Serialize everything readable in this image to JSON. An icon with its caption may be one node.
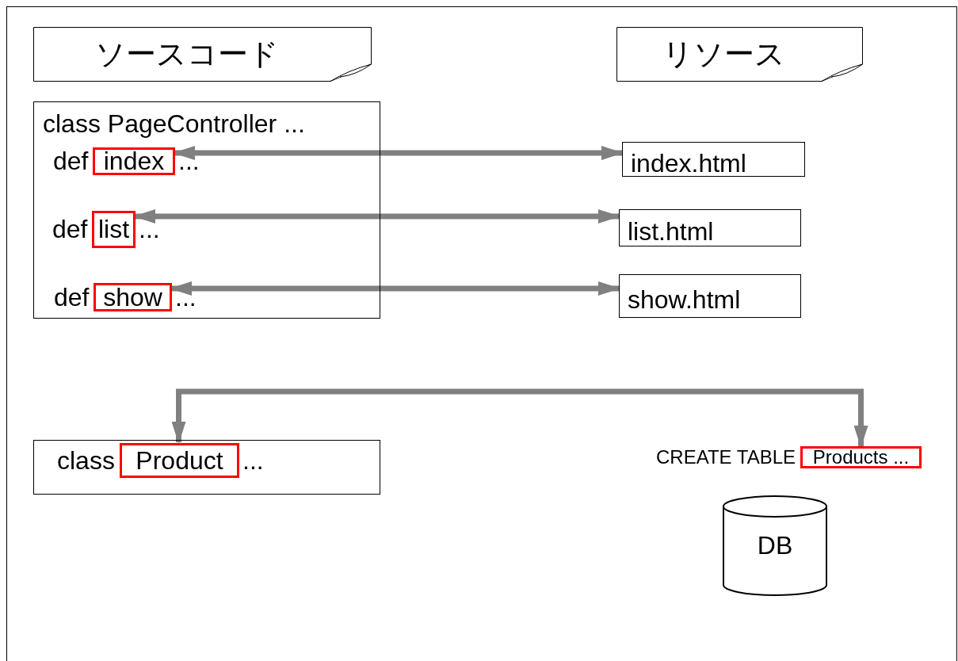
{
  "diagram": {
    "nodes": [
      {
        "text": [
          "ソースコード"
        ]
      },
      {
        "text": [
          "リソース"
        ]
      },
      {
        "text": [
          "class PageController ..."
        ]
      },
      {
        "text": [
          "index"
        ],
        "in": 2,
        "beside": [
          "def",
          "..."
        ]
      },
      {
        "text": [
          "list"
        ],
        "in": 2,
        "beside": [
          "def",
          "..."
        ]
      },
      {
        "text": [
          "show"
        ],
        "in": 2,
        "beside": [
          "def",
          "..."
        ]
      },
      {
        "text": [
          "index.html"
        ]
      },
      {
        "text": [
          "list.html"
        ]
      },
      {
        "text": [
          "show.html"
        ]
      },
      {
        "text": [],
        "shape": "box"
      },
      {
        "text": [
          "Product"
        ],
        "in": 9,
        "beside": [
          "class",
          "..."
        ]
      },
      {
        "text": [
          "Products ..."
        ],
        "beside": [
          "CREATE TABLE"
        ]
      },
      {
        "text": [
          "DB"
        ]
      }
    ],
    "edges": [
      {
        "from": 3,
        "to": 6,
        "arrow": "both"
      },
      {
        "from": 4,
        "to": 7,
        "arrow": "both"
      },
      {
        "from": 5,
        "to": 8,
        "arrow": "both"
      },
      {
        "from": 10,
        "to": 11,
        "arrow": "both"
      }
    ]
  }
}
